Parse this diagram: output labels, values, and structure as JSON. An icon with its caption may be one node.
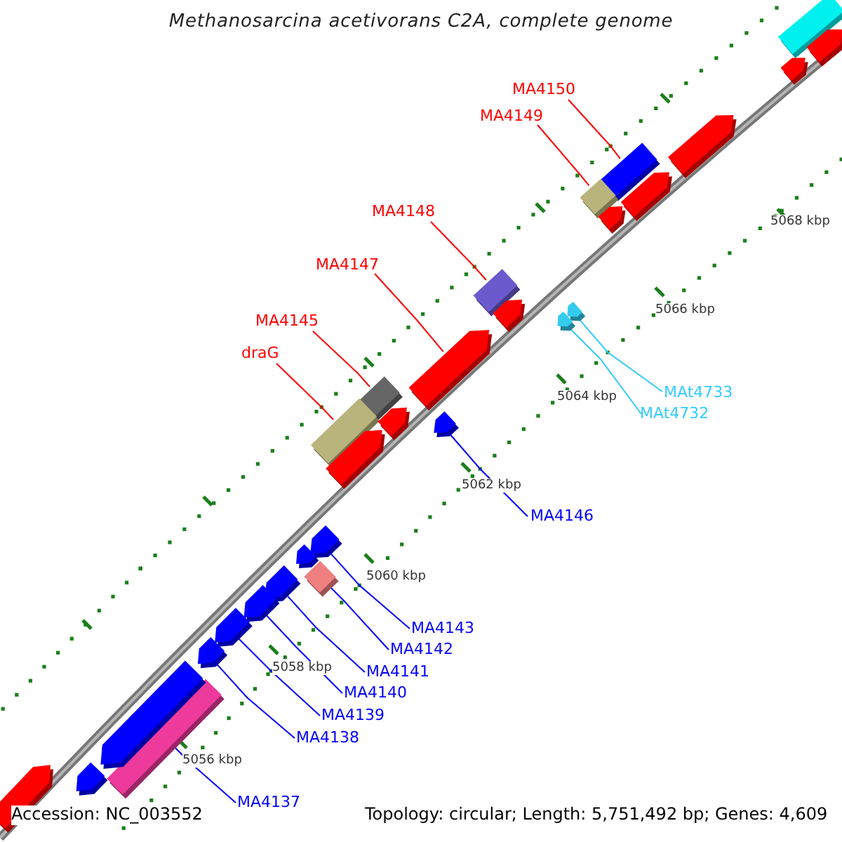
{
  "diagram": {
    "title": "Methanosarcina acetivorans C2A, complete genome",
    "nodes": [
      {
        "text": [
          "MA4150"
        ]
      },
      {
        "text": [],
        "shape": "bar"
      },
      {
        "text": [
          "MA4149"
        ]
      },
      {
        "text": [],
        "shape": "bar"
      },
      {
        "text": [
          "MA4148"
        ]
      },
      {
        "text": [],
        "shape": "bar"
      },
      {
        "text": [
          "MA4147"
        ]
      },
      {
        "text": [],
        "shape": "arrow"
      },
      {
        "text": [
          "MA4145"
        ]
      },
      {
        "text": [],
        "shape": "bar"
      },
      {
        "text": [
          "draG"
        ]
      },
      {
        "text": [],
        "shape": "bar"
      },
      {
        "text": [
          "MAt4733"
        ]
      },
      {
        "text": [],
        "shape": "arrow"
      },
      {
        "text": [
          "MAt4732"
        ]
      },
      {
        "text": [],
        "shape": "arrow"
      },
      {
        "text": [
          "MA4146"
        ]
      },
      {
        "text": [],
        "shape": "arrow"
      },
      {
        "text": [
          "MA4143"
        ]
      },
      {
        "text": [],
        "shape": "arrow"
      },
      {
        "text": [
          "MA4142"
        ]
      },
      {
        "text": [],
        "shape": "bar"
      },
      {
        "text": [
          "MA4141"
        ]
      },
      {
        "text": [],
        "shape": "arrow"
      },
      {
        "text": [
          "MA4140"
        ]
      },
      {
        "text": [],
        "shape": "arrow"
      },
      {
        "text": [
          "MA4139"
        ]
      },
      {
        "text": [],
        "shape": "arrow"
      },
      {
        "text": [
          "MA4138"
        ]
      },
      {
        "text": [],
        "shape": "arrow"
      },
      {
        "text": [
          "MA4137"
        ]
      },
      {
        "text": [],
        "shape": "bar"
      },
      {
        "text": [],
        "shape": "bar"
      },
      {
        "text": [],
        "shape": "arrow"
      },
      {
        "text": [],
        "shape": "arrow"
      },
      {
        "text": [],
        "shape": "arrow"
      },
      {
        "text": [],
        "shape": "arrow"
      },
      {
        "text": [],
        "shape": "arrow"
      },
      {
        "text": [],
        "shape": "arrow"
      },
      {
        "text": [],
        "shape": "arrow"
      },
      {
        "text": [],
        "shape": "arrow"
      },
      {
        "text": [],
        "shape": "arrow"
      },
      {
        "text": [],
        "shape": "arrow"
      },
      {
        "text": [],
        "shape": "arrow"
      },
      {
        "text": [],
        "shape": "arrow"
      }
    ],
    "edges": [
      {
        "from": 0,
        "to": 1,
        "arrow": "none",
        "color": "#ff0000"
      },
      {
        "from": 2,
        "to": 3,
        "arrow": "none",
        "color": "#ff0000"
      },
      {
        "from": 4,
        "to": 5,
        "arrow": "none",
        "color": "#ff0000"
      },
      {
        "from": 6,
        "to": 7,
        "arrow": "none",
        "color": "#ff0000"
      },
      {
        "from": 8,
        "to": 9,
        "arrow": "none",
        "color": "#ff0000"
      },
      {
        "from": 10,
        "to": 11,
        "arrow": "none",
        "color": "#ff0000"
      },
      {
        "from": 12,
        "to": 13,
        "arrow": "none",
        "color": "#33ccff"
      },
      {
        "from": 14,
        "to": 15,
        "arrow": "none",
        "color": "#33ccff"
      },
      {
        "from": 16,
        "to": 17,
        "arrow": "none"
      },
      {
        "from": 18,
        "to": 19,
        "arrow": "none"
      },
      {
        "from": 20,
        "to": 21,
        "arrow": "none"
      },
      {
        "from": 22,
        "to": 23,
        "arrow": "none"
      },
      {
        "from": 24,
        "to": 25,
        "arrow": "none"
      },
      {
        "from": 26,
        "to": 27,
        "arrow": "none"
      },
      {
        "from": 28,
        "to": 29,
        "arrow": "none"
      },
      {
        "from": 30,
        "to": 31,
        "arrow": "none"
      }
    ],
    "labels": [
      "5068 kbp",
      "5066 kbp",
      "5064 kbp",
      "5062 kbp",
      "5060 kbp",
      "5058 kbp",
      "5056 kbp",
      "Accession: NC_003552",
      "Topology: circular; Length: 5,751,492 bp; Genes: 4,609"
    ]
  }
}
